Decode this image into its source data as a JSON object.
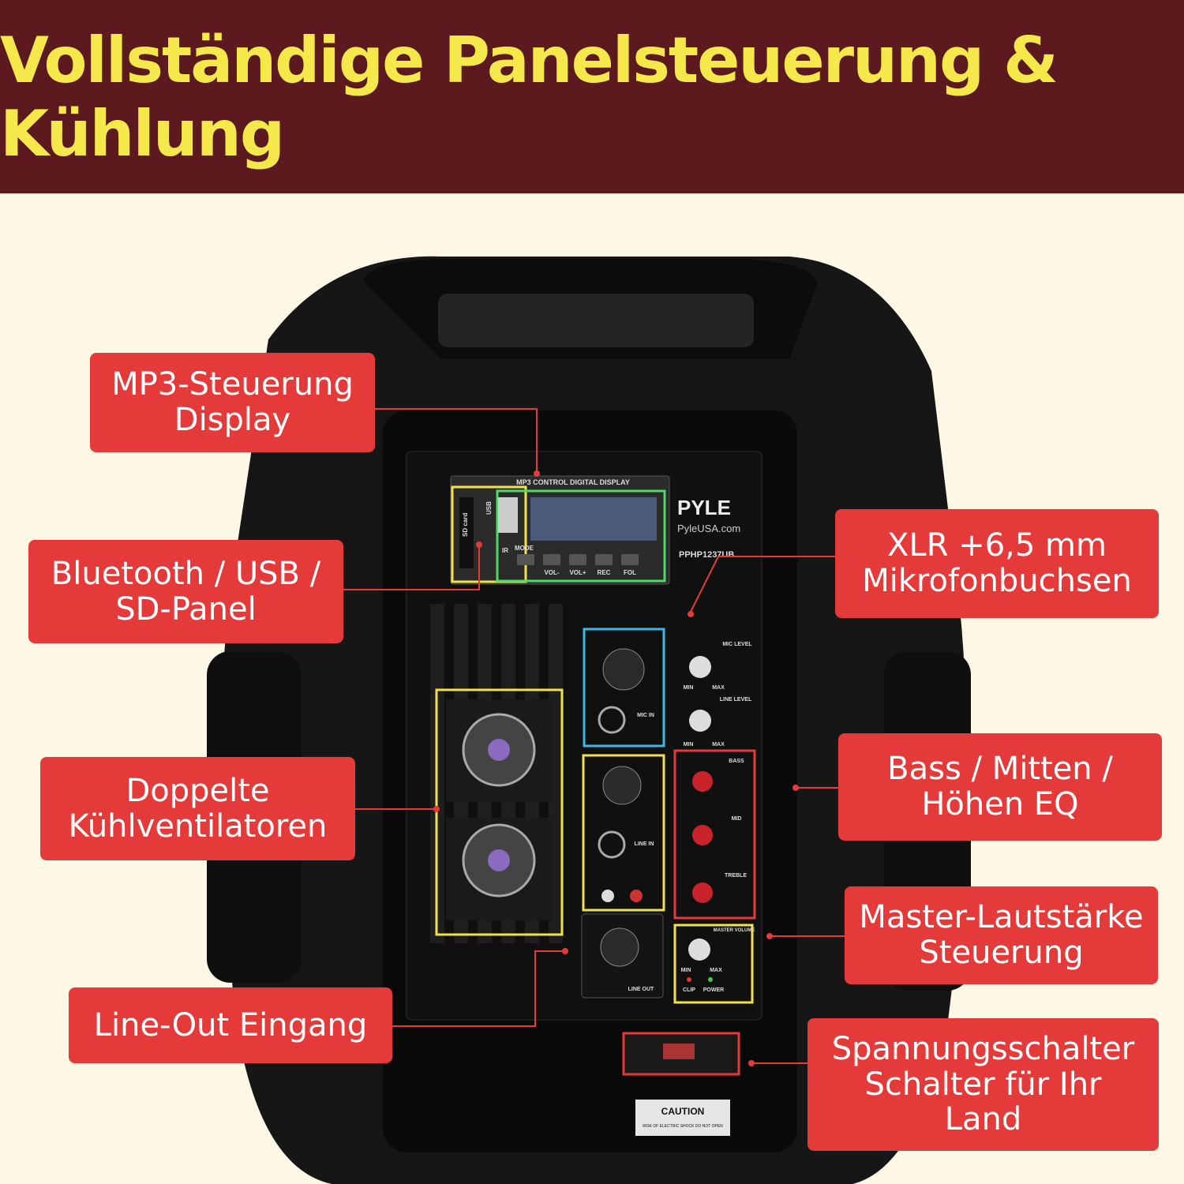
{
  "title": "Vollständige Panelsteuerung & Kühlung",
  "colors": {
    "banner": "#5c1a1e",
    "title": "#f5e84a",
    "background": "#fdf8e6",
    "callout": "#e53a3a"
  },
  "callouts": {
    "mp3": {
      "line1": "MP3-Steuerung",
      "line2": "Display"
    },
    "bt": {
      "line1": "Bluetooth / USB /",
      "line2": "SD-Panel"
    },
    "fans": {
      "line1": "Doppelte",
      "line2": "Kühlventilatoren"
    },
    "lineout": {
      "line1": "Line-Out Eingang"
    },
    "xlr": {
      "line1": "XLR +6,5 mm",
      "line2": "Mikrofonbuchsen"
    },
    "eq": {
      "line1": "Bass / Mitten /",
      "line2": "Höhen EQ"
    },
    "master": {
      "line1": "Master-Lautstärke",
      "line2": "Steuerung"
    },
    "voltage": {
      "line1": "Spannungsschalter",
      "line2": "Schalter für Ihr",
      "line3": "Land"
    }
  },
  "panel": {
    "display_title": "MP3 CONTROL DIGITAL DISPLAY",
    "brand": "PYLE",
    "website": "PyleUSA.com",
    "model": "PPHP1237UB",
    "sd_label": "SD card",
    "usb_label": "USB",
    "ir_label": "IR",
    "buttons": [
      "MODE",
      "VOL-",
      "VOL+",
      "REC",
      "FOL"
    ],
    "mic_level": "MIC LEVEL",
    "line_level": "LINE LEVEL",
    "bass": "BASS",
    "mid": "MID",
    "treble": "TREBLE",
    "master_volume": "MASTER VOLUME",
    "min": "MIN",
    "max": "MAX",
    "mic_in": "MIC IN",
    "line_in": "LINE IN",
    "line_out": "LINE OUT",
    "clip": "CLIP",
    "power": "POWER",
    "caution": "CAUTION",
    "caution_sub": "RISK OF ELECTRIC SHOCK DO NOT OPEN"
  }
}
